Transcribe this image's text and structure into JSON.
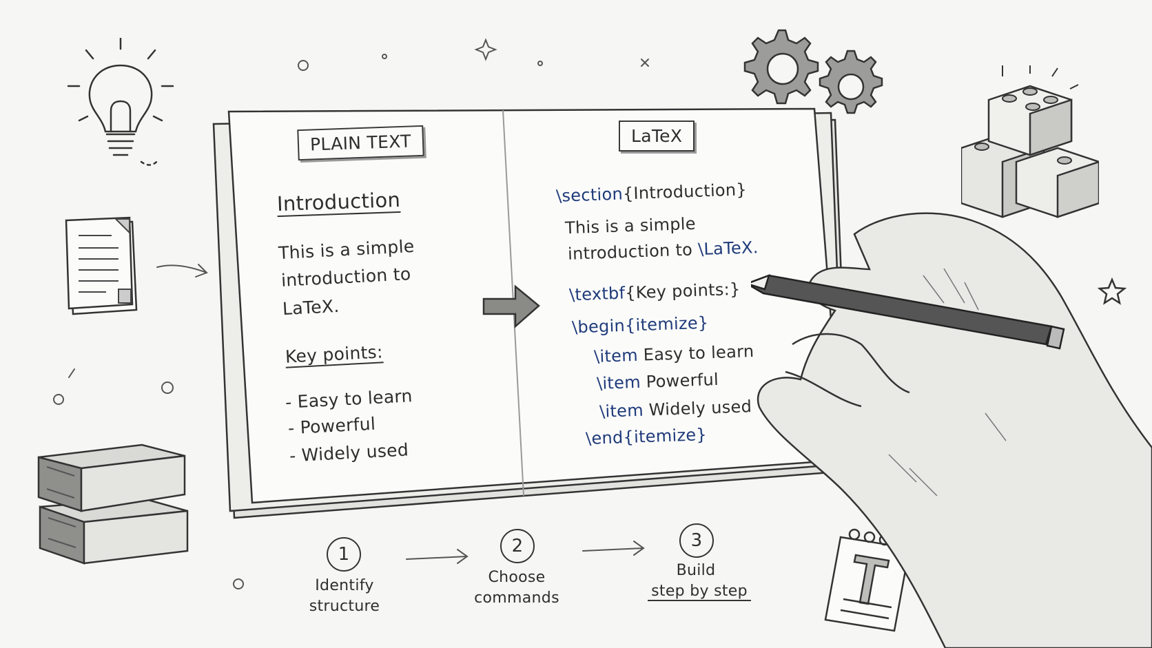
{
  "left_page": {
    "header": "PLAIN TEXT",
    "heading": "Introduction",
    "paragraph": [
      "This is a simple",
      "introduction to",
      "LaTeX."
    ],
    "subheading": "Key points:",
    "bullets": [
      "- Easy to learn",
      "- Powerful",
      "- Widely used"
    ]
  },
  "right_page": {
    "header": "LaTeX",
    "code": [
      {
        "cmd": "\\section",
        "text": "{Introduction}"
      },
      {
        "cmd": "",
        "text": "This is a simple"
      },
      {
        "cmd": "",
        "text": "introduction to ",
        "cmd_after": "\\LaTeX."
      },
      {
        "cmd": "\\textbf",
        "text": "{Key points:}"
      },
      {
        "cmd": "\\begin",
        "text": "{itemize}"
      },
      {
        "cmd": "\\item",
        "text": " Easy to learn"
      },
      {
        "cmd": "\\item",
        "text": " Powerful"
      },
      {
        "cmd": "\\item",
        "text": " Widely used"
      },
      {
        "cmd": "\\end",
        "text": "{itemize}"
      }
    ]
  },
  "steps": [
    {
      "number": "1",
      "lines": [
        "Identify",
        "structure"
      ]
    },
    {
      "number": "2",
      "lines": [
        "Choose",
        "commands"
      ]
    },
    {
      "number": "3",
      "lines": [
        "Build",
        "step by step"
      ]
    }
  ],
  "icons": [
    "lightbulb-icon",
    "document-icon",
    "gears-icon",
    "building-blocks-icon",
    "books-icon",
    "notepad-icon",
    "hand-with-pencil-icon",
    "star-icon"
  ]
}
